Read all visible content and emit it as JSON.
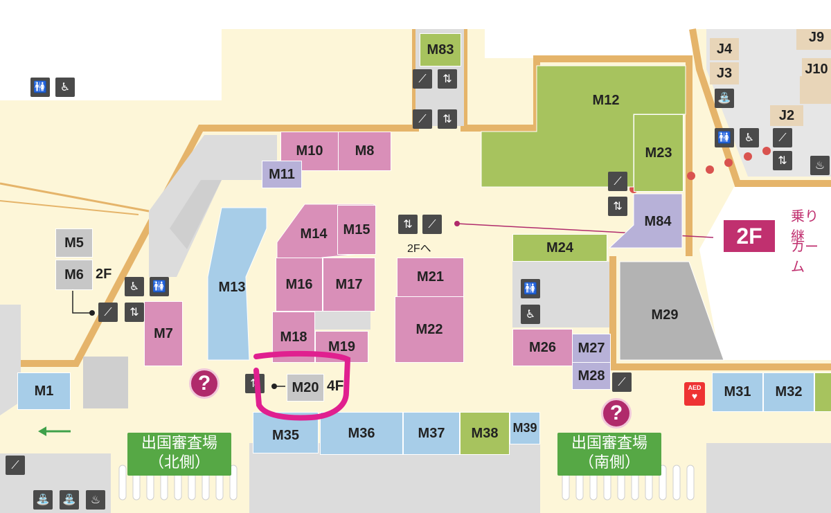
{
  "shops": {
    "m83": "M83",
    "m12": "M12",
    "m23": "M23",
    "m10": "M10",
    "m8": "M8",
    "m11": "M11",
    "m14": "M14",
    "m15": "M15",
    "m16": "M16",
    "m17": "M17",
    "m18": "M18",
    "m19": "M19",
    "m21": "M21",
    "m22": "M22",
    "m13": "M13",
    "m7": "M7",
    "m5": "M5",
    "m6": "M6",
    "m1": "M1",
    "m20": "M20",
    "m24": "M24",
    "m84": "M84",
    "m29": "M29",
    "m26": "M26",
    "m27": "M27",
    "m28": "M28",
    "m31": "M31",
    "m32": "M32",
    "m35": "M35",
    "m36": "M36",
    "m37": "M37",
    "m38": "M38",
    "m39": "M39",
    "j2": "J2",
    "j3": "J3",
    "j4": "J4",
    "j9": "J9",
    "j10": "J10"
  },
  "labels": {
    "m6_floor": "2F",
    "m20_floor": "4F",
    "to_2f": "2Fへ",
    "floor_badge": "2F",
    "transfer_line1": "乗り継",
    "transfer_line2": "カーム",
    "aed": "AED",
    "help_mark": "?"
  },
  "gates": {
    "north_line1": "出国審査場",
    "north_line2": "（北側）",
    "south_line1": "出国審査場",
    "south_line2": "（南側）"
  },
  "icons": [
    "restroom-icon",
    "accessible-restroom-icon",
    "escalator-icon",
    "elevator-icon",
    "smoking-icon",
    "water-fountain-icon",
    "aed-icon",
    "information-icon"
  ],
  "colors": {
    "corridor": "#fdf6d8",
    "wall": "#e5b46a",
    "shop_pink": "#d98fb8",
    "shop_blue": "#a7cde8",
    "shop_green": "#a7c35e",
    "shop_gray": "#c7c7c7",
    "shop_lavender": "#b7b1d8",
    "highlight_marker": "#e0208f",
    "info_magenta": "#b02a6b",
    "gate_green": "#56a845"
  }
}
